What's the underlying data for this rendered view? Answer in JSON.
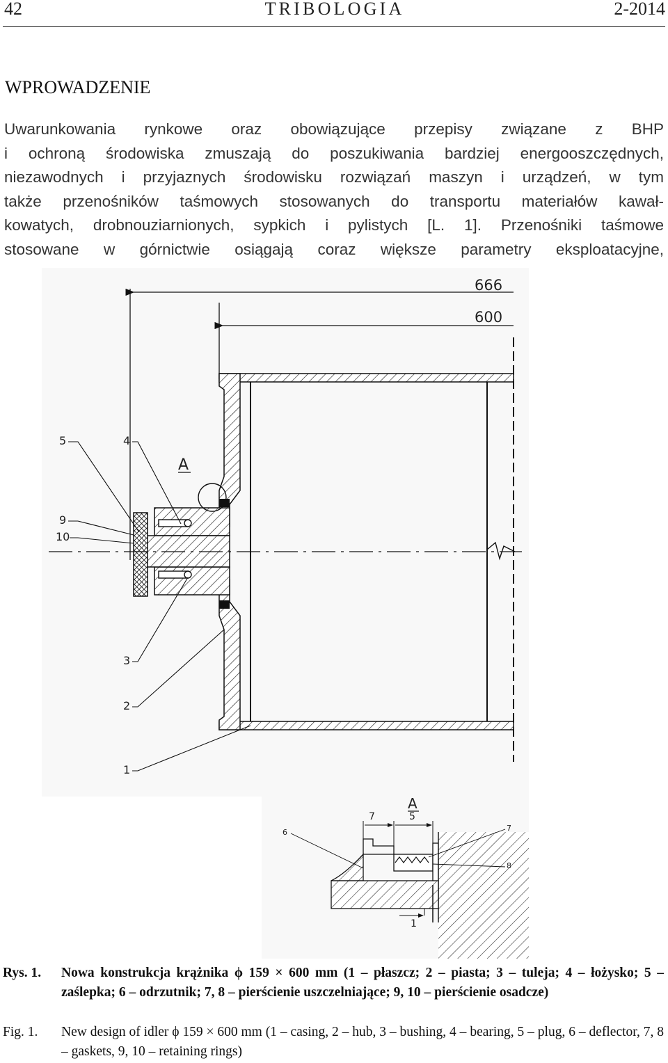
{
  "header": {
    "page_number": "42",
    "journal": "TRIBOLOGIA",
    "issue": "2-2014"
  },
  "section": {
    "heading": "WPROWADZENIE",
    "paragraph_lines": [
      "Uwarunkowania rynkowe oraz obowiązujące przepisy związane z BHP",
      "i ochroną środowiska zmuszają do poszukiwania bardziej energooszczędnych,",
      "niezawodnych i przyjaznych środowisku rozwiązań maszyn i urządzeń, w tym",
      "także przenośników taśmowych stosowanych do transportu materiałów kawał-",
      "kowatych, drobnouziarnionych, sypkich i pylistych [L. 1]. Przenośniki taśmowe",
      "stosowane w górnictwie osiągają coraz większe parametry eksploatacyjne,"
    ]
  },
  "figure": {
    "dimensions": [
      "666",
      "600"
    ],
    "part_labels": [
      "5",
      "4",
      "9",
      "10",
      "3",
      "2",
      "1"
    ],
    "detail_marker": "A",
    "detail": {
      "title": "A",
      "dimensions": [
        "7",
        "5",
        "1"
      ],
      "part_labels": [
        "6",
        "7",
        "8"
      ]
    }
  },
  "caption": {
    "pl_label": "Rys. 1.",
    "pl_text": "Nowa konstrukcja krążnika ϕ 159 × 600 mm (1 – płaszcz; 2 – piasta; 3 – tuleja; 4 – łożysko; 5 – zaślepka; 6 – odrzutnik; 7, 8 – pierścienie uszczelniające; 9, 10 – pierścienie osadcze)",
    "en_label": "Fig. 1.",
    "en_text": "New design of idler ϕ 159 × 600 mm (1 – casing, 2 – hub, 3 – bushing, 4 – bearing, 5 – plug, 6 – deflector, 7, 8 – gaskets, 9, 10 – retaining rings)"
  }
}
